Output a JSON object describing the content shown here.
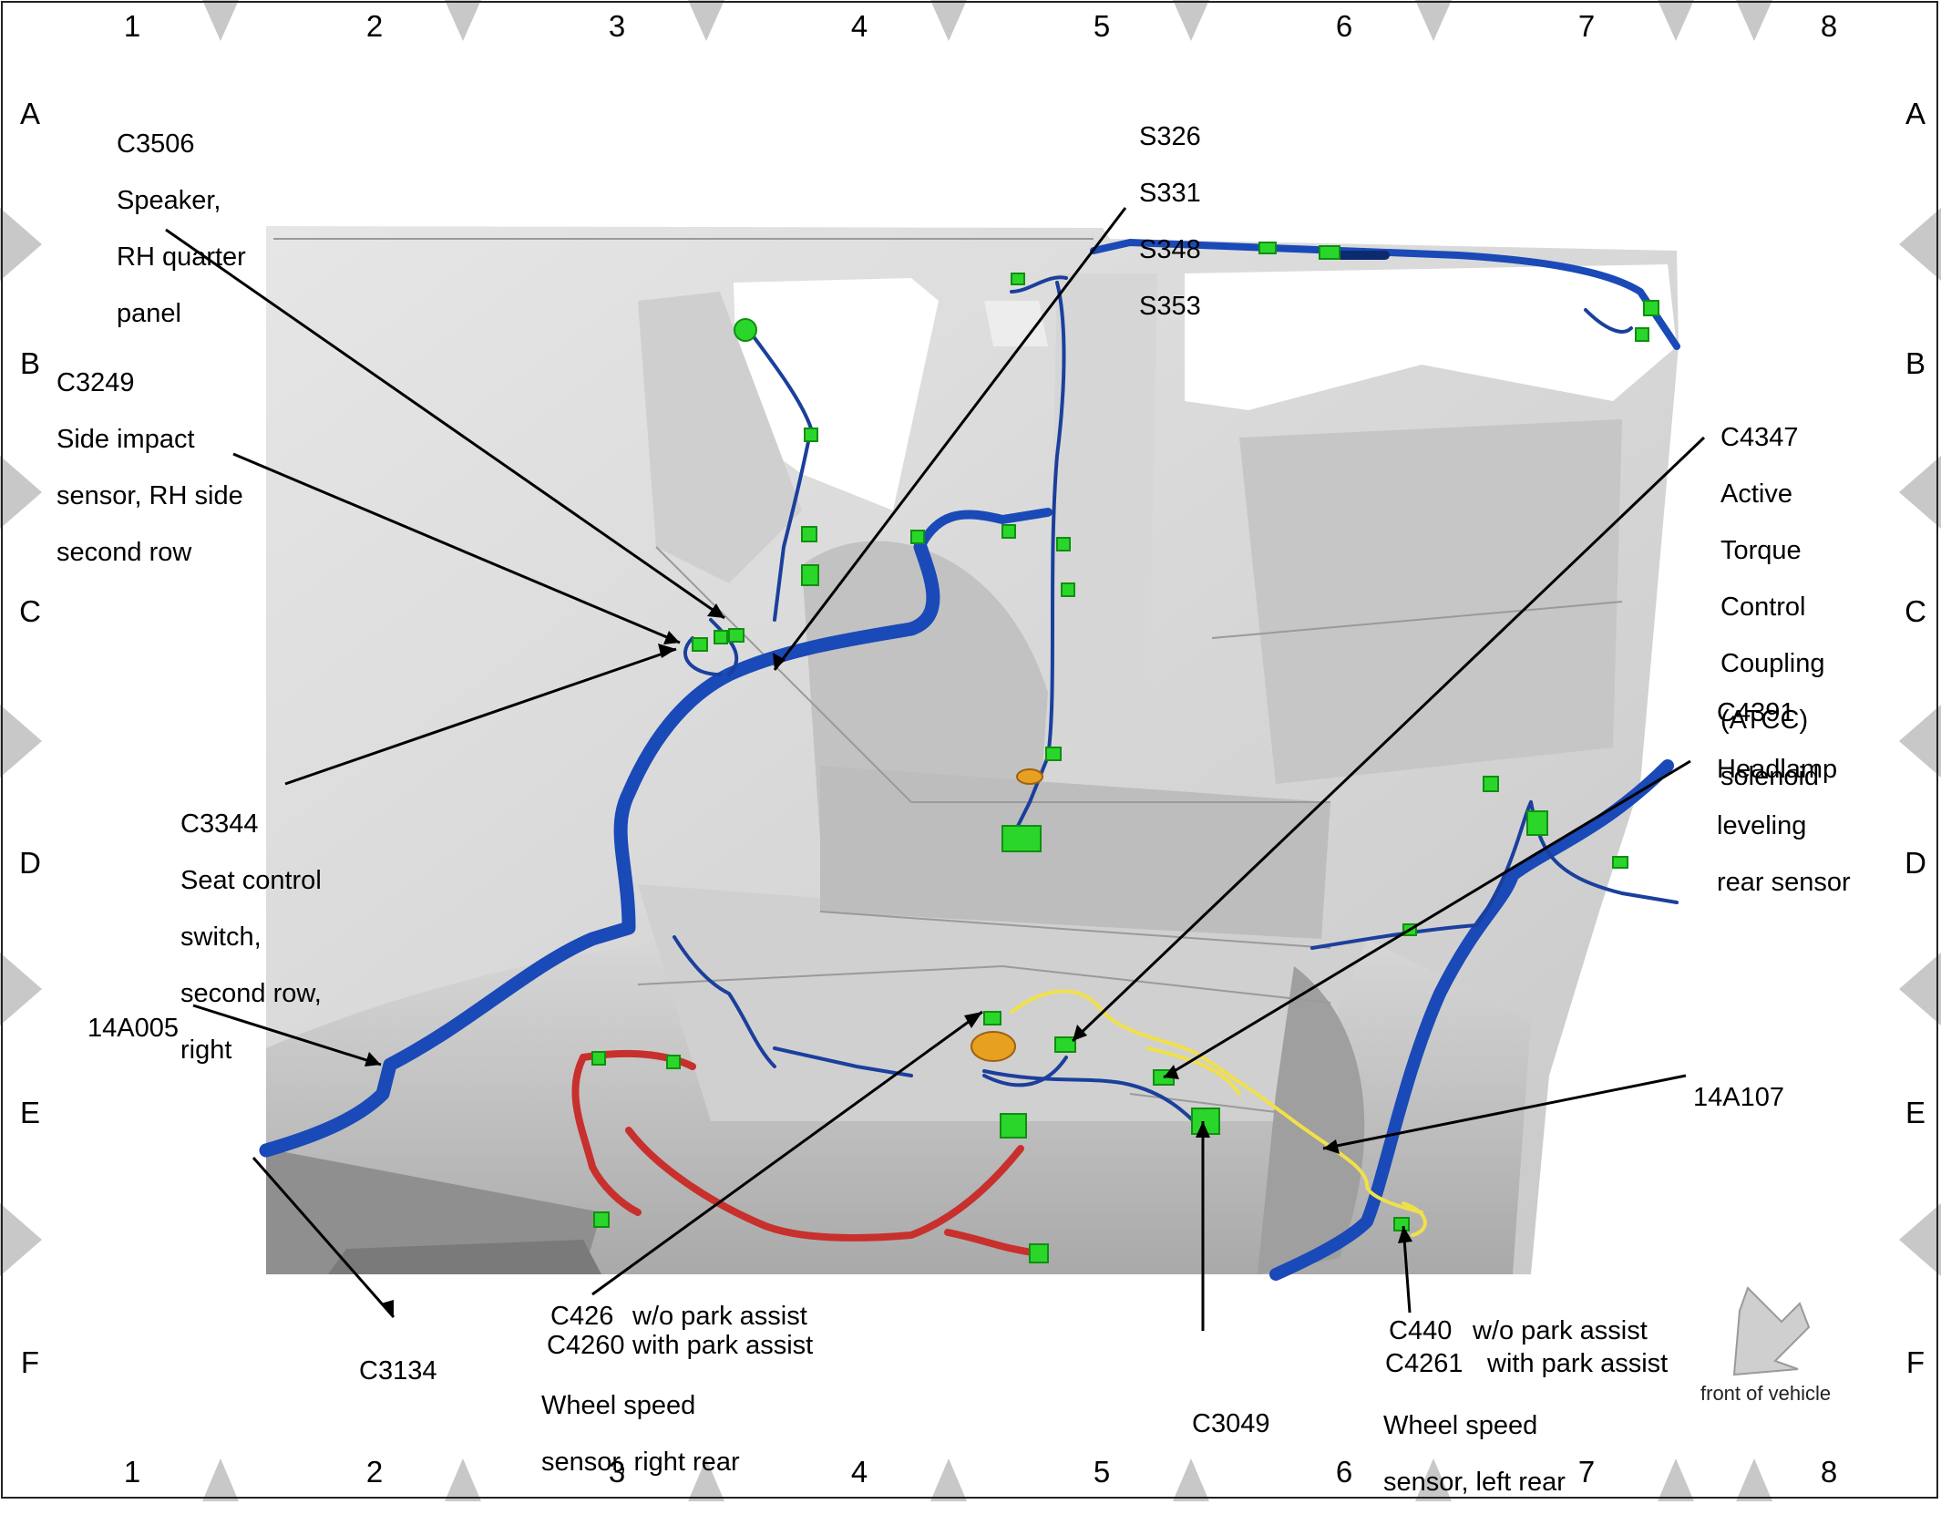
{
  "grid": {
    "columns": [
      "1",
      "2",
      "3",
      "4",
      "5",
      "6",
      "7",
      "8"
    ],
    "rows": [
      "A",
      "B",
      "C",
      "D",
      "E",
      "F"
    ]
  },
  "colors": {
    "harness_main": "#1a49b8",
    "harness_thin": "#1b3f9c",
    "harness_red": "#c8302d",
    "harness_yellow": "#f0e04a",
    "connector": "#2bd62b",
    "body_panel": "#d9d9d9",
    "leader": "#000000",
    "border_marker": "#c8c8c8"
  },
  "callouts": {
    "c3506": {
      "id": "C3506",
      "desc": [
        "Speaker,",
        "RH quarter",
        "panel"
      ]
    },
    "s326": {
      "lines": [
        "S326",
        "S331",
        "S348",
        "S353"
      ]
    },
    "c3249": {
      "id": "C3249",
      "desc": [
        "Side impact",
        "sensor, RH side",
        "second row"
      ]
    },
    "c4347": {
      "id": "C4347",
      "desc": [
        "Active",
        "Torque",
        "Control",
        "Coupling",
        "(ATCC)",
        "solenoid"
      ]
    },
    "c4391": {
      "id": "C4391",
      "desc": [
        "Headlamp",
        "leveling",
        "rear sensor"
      ]
    },
    "c3344": {
      "id": "C3344",
      "desc": [
        "Seat control",
        "switch,",
        "second row,",
        "right"
      ]
    },
    "h14a005": {
      "id": "14A005"
    },
    "h14a107": {
      "id": "14A107"
    },
    "c3134": {
      "id": "C3134"
    },
    "c3049": {
      "id": "C3049"
    },
    "c426": {
      "id_a": "C426",
      "note_a": "w/o park assist",
      "id_b": "C4260",
      "note_b": "with park assist",
      "desc": [
        "Wheel speed",
        "sensor, right rear"
      ]
    },
    "c440": {
      "id_a": "C440",
      "note_a": "w/o park assist",
      "id_b": "C4261",
      "note_b": "with park assist",
      "desc": [
        "Wheel speed",
        "sensor, left rear"
      ]
    }
  },
  "orientation": {
    "icon": "front-of-vehicle-arrow-icon",
    "label": "front of vehicle"
  }
}
